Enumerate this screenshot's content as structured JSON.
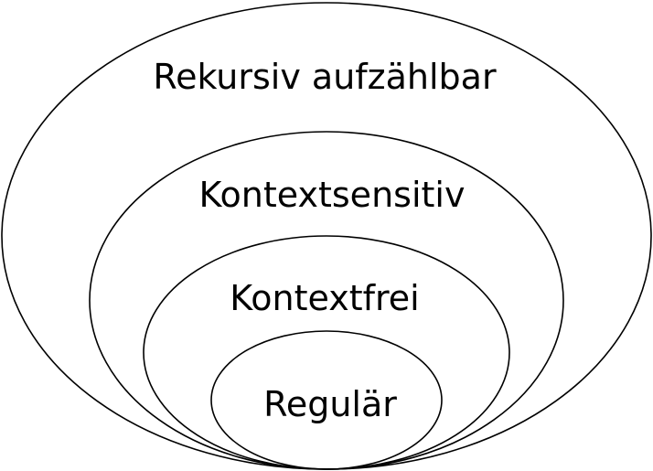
{
  "diagram": {
    "levels": [
      {
        "id": "recursively-enumerable",
        "label": "Rekursiv aufzählbar"
      },
      {
        "id": "context-sensitive",
        "label": "Kontextsensitiv"
      },
      {
        "id": "context-free",
        "label": "Kontextfrei"
      },
      {
        "id": "regular",
        "label": "Regulär"
      }
    ],
    "colors": {
      "stroke": "#000000",
      "background": "#ffffff",
      "text": "#000000"
    }
  }
}
